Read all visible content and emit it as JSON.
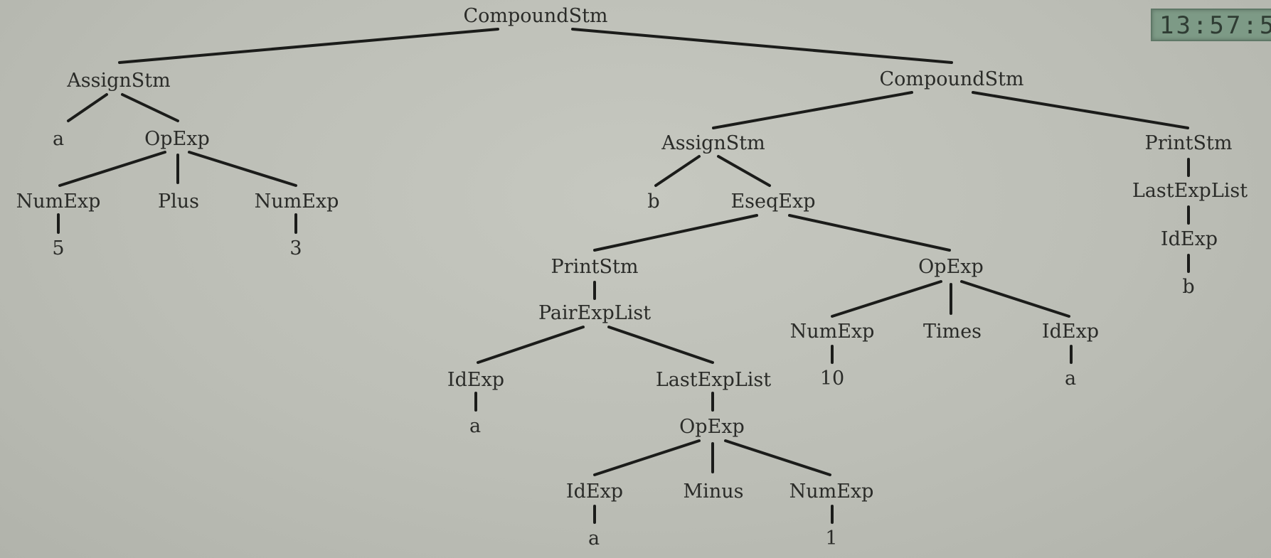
{
  "clock": {
    "text": "13:57:5"
  },
  "nodes": {
    "root": {
      "label": "CompoundStm"
    },
    "l_assign": {
      "label": "AssignStm"
    },
    "l_a": {
      "label": "a"
    },
    "l_opexp": {
      "label": "OpExp"
    },
    "l_numexp5": {
      "label": "NumExp"
    },
    "l_plus": {
      "label": "Plus"
    },
    "l_numexp3": {
      "label": "NumExp"
    },
    "l_5": {
      "label": "5"
    },
    "l_3": {
      "label": "3"
    },
    "r_compound": {
      "label": "CompoundStm"
    },
    "r_assign": {
      "label": "AssignStm"
    },
    "r_b": {
      "label": "b"
    },
    "r_eseq": {
      "label": "EseqExp"
    },
    "r_printstm": {
      "label": "PrintStm"
    },
    "r_pairlist": {
      "label": "PairExpList"
    },
    "r_idexp_a": {
      "label": "IdExp"
    },
    "r_a1": {
      "label": "a"
    },
    "r_lastlist": {
      "label": "LastExpList"
    },
    "r_opexp_minus": {
      "label": "OpExp"
    },
    "r_idexp_a2": {
      "label": "IdExp"
    },
    "r_minus": {
      "label": "Minus"
    },
    "r_numexp1": {
      "label": "NumExp"
    },
    "r_a2": {
      "label": "a"
    },
    "r_1": {
      "label": "1"
    },
    "r_opexp_times": {
      "label": "OpExp"
    },
    "r_numexp10": {
      "label": "NumExp"
    },
    "r_times": {
      "label": "Times"
    },
    "r_idexp_a3": {
      "label": "IdExp"
    },
    "r_10": {
      "label": "10"
    },
    "r_a3": {
      "label": "a"
    },
    "rr_printstm": {
      "label": "PrintStm"
    },
    "rr_lastlist": {
      "label": "LastExpList"
    },
    "rr_idexp": {
      "label": "IdExp"
    },
    "rr_b": {
      "label": "b"
    }
  }
}
